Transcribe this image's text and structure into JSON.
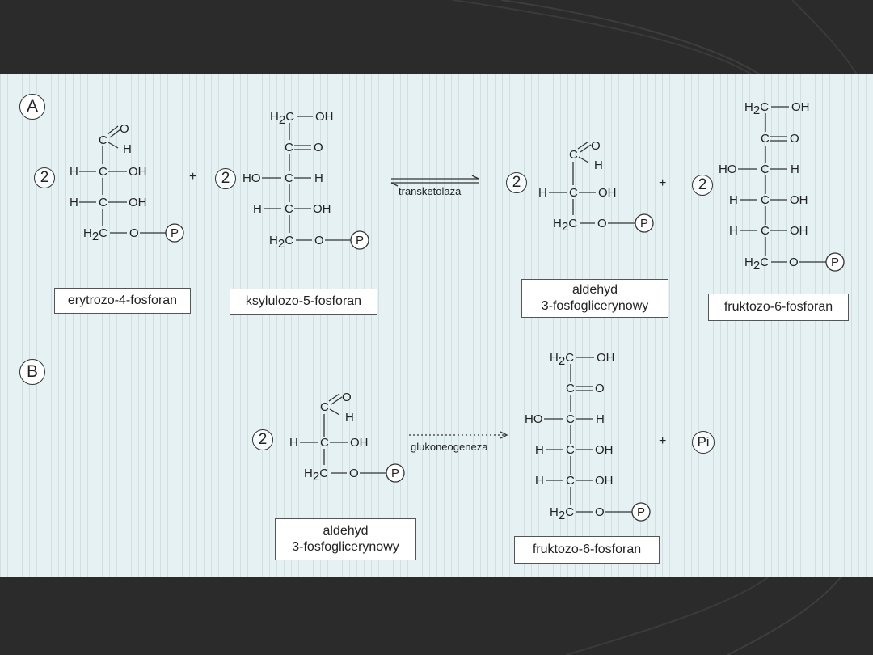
{
  "colors": {
    "slide_bg": "#2b2b2b",
    "panel_bg": "#e5f1f2"
  },
  "panel_a": {
    "badge": "A",
    "coefficients": [
      "2",
      "2",
      "2",
      "2"
    ],
    "plus": "+",
    "enzyme": "transketolaza",
    "compounds": [
      {
        "name": "erytrozo-4-fosforan"
      },
      {
        "name": "ksylulozo-5-fosforan"
      },
      {
        "name_line1": "aldehyd",
        "name_line2": "3-fosfoglicerynowy"
      },
      {
        "name": "fruktozo-6-fosforan"
      }
    ]
  },
  "panel_b": {
    "badge": "B",
    "coefficient": "2",
    "process": "glukoneogeneza",
    "plus": "+",
    "pi": "Pi",
    "compounds": [
      {
        "name_line1": "aldehyd",
        "name_line2": "3-fosfoglicerynowy"
      },
      {
        "name": "fruktozo-6-fosforan"
      }
    ]
  },
  "atoms": {
    "H": "H",
    "OH": "OH",
    "HO": "HO",
    "O": "O",
    "C": "C",
    "H2C": "H2C",
    "P": "P"
  }
}
